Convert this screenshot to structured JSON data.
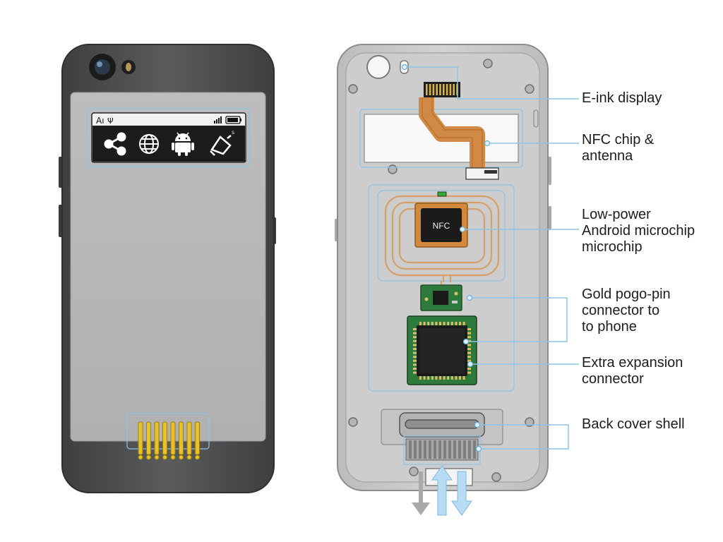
{
  "eink_screen": {
    "status_left": "Aı",
    "signal_glyph": "Ψ",
    "superscript": "s",
    "icons": [
      "share-icon",
      "globe-icon",
      "android-icon",
      "rotate-icon"
    ]
  },
  "chip_label": "NFC",
  "callouts": [
    {
      "lines": [
        "E-ink display"
      ]
    },
    {
      "lines": [
        "NFC chip &",
        "antenna"
      ]
    },
    {
      "lines": [
        "Low-power",
        "Android microchip",
        "microchip"
      ]
    },
    {
      "lines": [
        "Gold pogo-pin",
        "connector to",
        "to phone"
      ]
    },
    {
      "lines": [
        "Extra expansion",
        "connector"
      ]
    },
    {
      "lines": [
        "Back cover shell"
      ]
    }
  ],
  "colors": {
    "device_body": "#505152",
    "back_panel": "#b8b8b8",
    "shell": "#c9c9c9",
    "callout_line": "#8fc3e6",
    "copper": "#d08a45",
    "gold": "#e8c22a",
    "pcb": "#2e7a3c"
  }
}
